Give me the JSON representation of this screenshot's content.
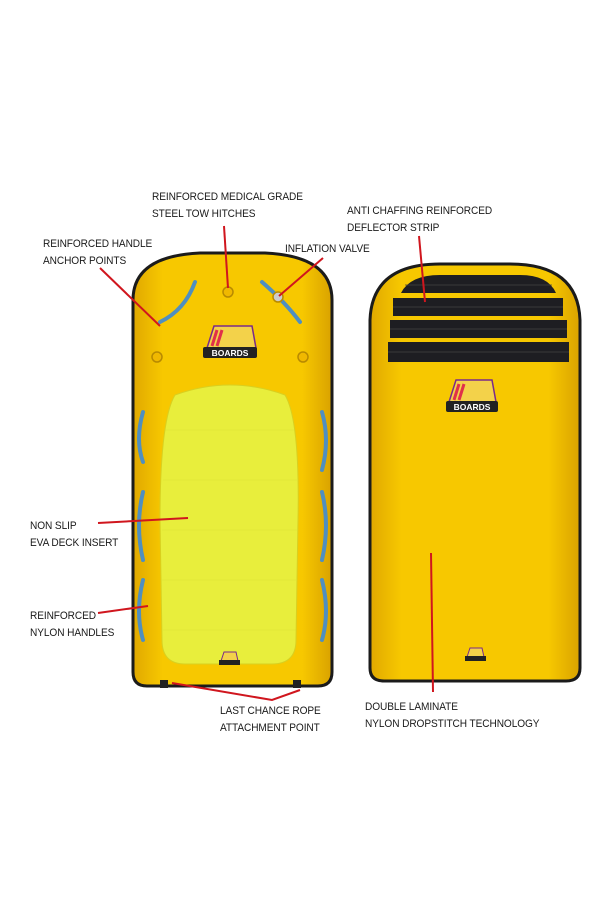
{
  "brand": {
    "logo_text": "BOARDS"
  },
  "colors": {
    "board": "#f5c400",
    "deck": "#e9ef3a",
    "leader": "#d0161e",
    "handle": "#5b9cc9",
    "strip": "#1e1e22"
  },
  "callouts": {
    "tow_hitches": {
      "line1": "REINFORCED MEDICAL GRADE",
      "line2": "STEEL TOW HITCHES"
    },
    "anchor_points": {
      "line1": "REINFORCED HANDLE",
      "line2": "ANCHOR POINTS"
    },
    "inflation_valve": {
      "line1": "INFLATION VALVE"
    },
    "deflector_strip": {
      "line1": "ANTI CHAFFING REINFORCED",
      "line2": "DEFLECTOR STRIP"
    },
    "deck_insert": {
      "line1": "NON SLIP",
      "line2": "EVA DECK INSERT"
    },
    "nylon_handles": {
      "line1": "REINFORCED",
      "line2": "NYLON HANDLES"
    },
    "rope_point": {
      "line1": "LAST CHANCE ROPE",
      "line2": "ATTACHMENT POINT"
    },
    "dropstitch": {
      "line1": "DOUBLE LAMINATE",
      "line2": "NYLON DROPSTITCH TECHNOLOGY"
    }
  }
}
